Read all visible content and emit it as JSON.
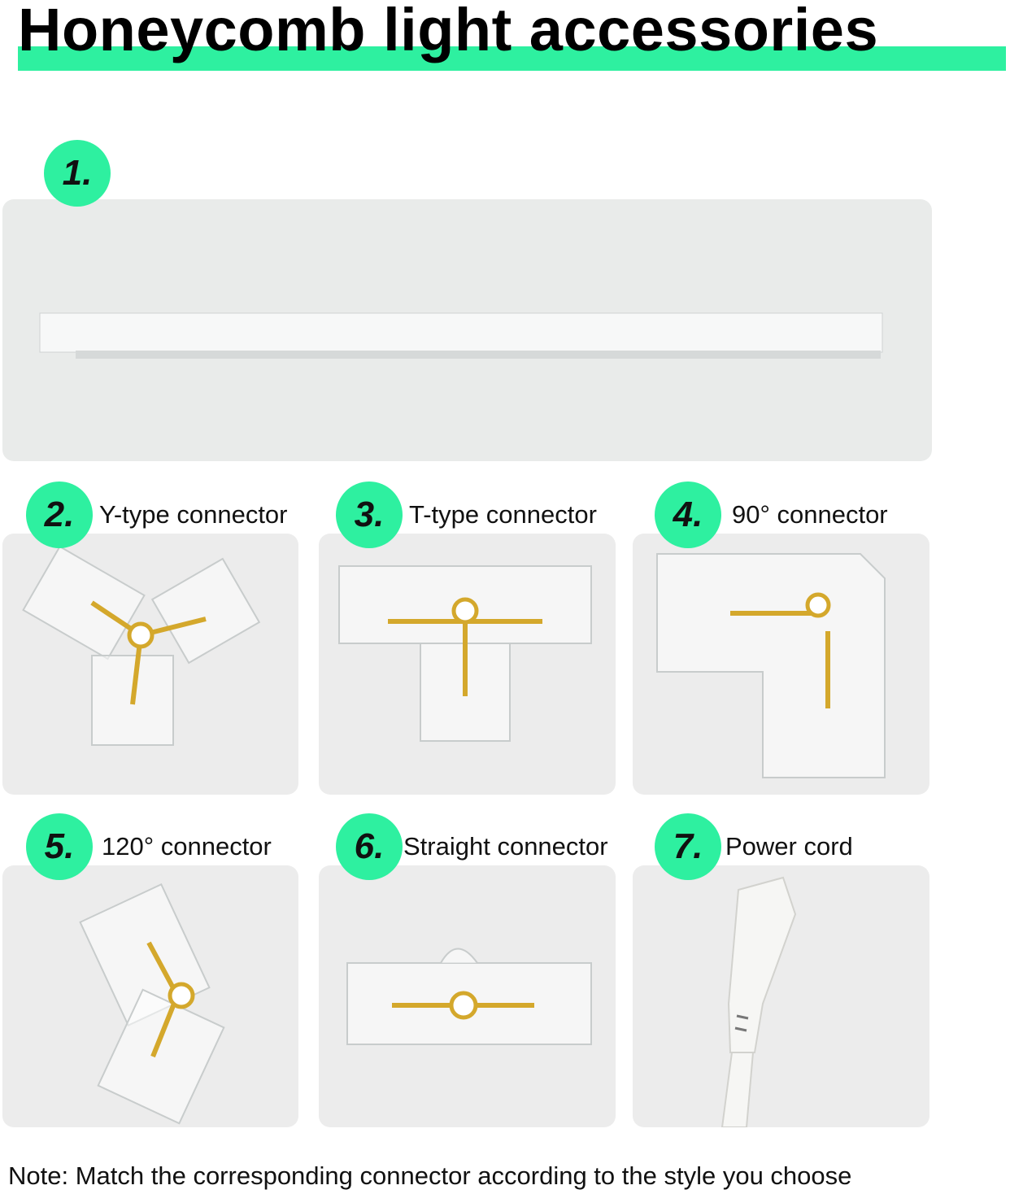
{
  "title": "Honeycomb light accessories",
  "accent_color": "#2ef0a0",
  "items": [
    {
      "number": "1.",
      "label": ""
    },
    {
      "number": "2.",
      "label": "Y-type connector"
    },
    {
      "number": "3.",
      "label": "T-type connector"
    },
    {
      "number": "4.",
      "label": "90° connector"
    },
    {
      "number": "5.",
      "label": "120° connector"
    },
    {
      "number": "6.",
      "label": "Straight connector"
    },
    {
      "number": "7.",
      "label": "Power cord"
    }
  ],
  "note": "Note: Match the corresponding connector according to the style you choose"
}
